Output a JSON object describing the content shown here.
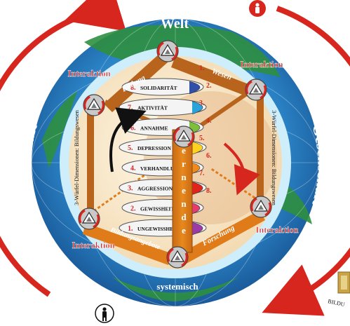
{
  "labels": {
    "top": "Welt",
    "bottom": "systemisch",
    "left": "Gesellschaft",
    "right": "Gesellschaft",
    "left_vertical": "3-Würfel-Dimensionen: Bildungswesen",
    "right_vertical": "3-Würfel-Dimensionen: Bildungswesen",
    "bar_top_left": "Bildung",
    "bar_top_right": "Wesen",
    "bar_bottom_left": "Bildungsangebote",
    "bar_bottom_right": "Forschung",
    "center_column": "Lernende",
    "interaction_tl": "Interaktion",
    "interaction_tr": "Interaktion",
    "interaction_bl": "Interaktion",
    "interaction_br": "Interaktion",
    "corner_logo_text": "BILDU"
  },
  "spiral_levels": [
    {
      "num": "1.",
      "label": "Ungewissheit",
      "color": "#9c3aa8"
    },
    {
      "num": "2.",
      "label": "Gewissheit",
      "color": "#e53b6f"
    },
    {
      "num": "3.",
      "label": "Aggression",
      "color": "#e2231a"
    },
    {
      "num": "4.",
      "label": "Verhandlung",
      "color": "#f08a1c"
    },
    {
      "num": "5.",
      "label": "Depression",
      "color": "#ffd21f"
    },
    {
      "num": "6.",
      "label": "Annahme",
      "color": "#7bbf3a"
    },
    {
      "num": "7.",
      "label": "Aktivität",
      "color": "#2aa3d9"
    },
    {
      "num": "8.",
      "label": "Solidarität",
      "color": "#2f4fa8"
    }
  ],
  "right_numbers": [
    "1.",
    "2.",
    "3.",
    "4.",
    "5.",
    "6.",
    "7.",
    "8."
  ],
  "colors": {
    "ocean": "#2a82c4",
    "land": "#2f8f3f",
    "ring_red": "#d7261e",
    "bar_brown": "#b8641c",
    "bar_orange": "#e07b1a"
  },
  "icons": [
    "person-icon-top",
    "person-icon-bottom",
    "cube-icon"
  ]
}
